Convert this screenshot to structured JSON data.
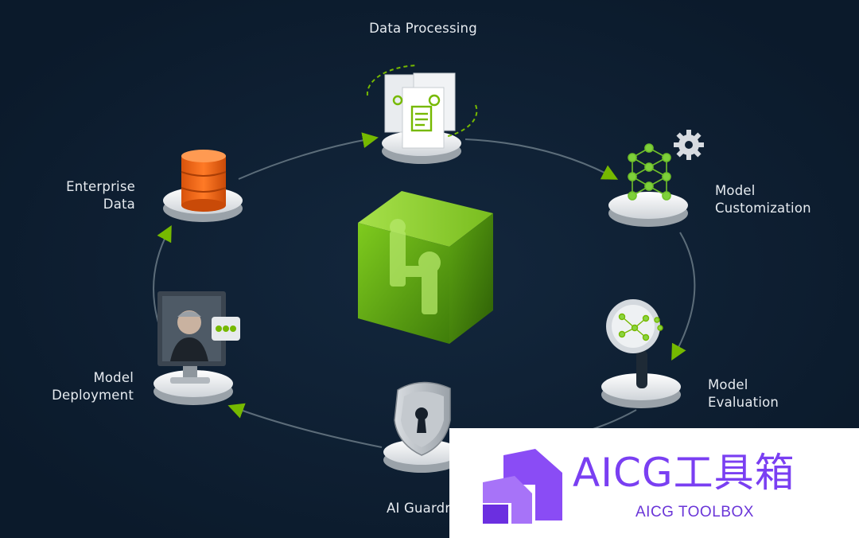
{
  "diagram": {
    "stages": {
      "data_processing": "Data Processing",
      "enterprise_data": "Enterprise\nData",
      "model_customization": "Model\nCustomization",
      "model_evaluation": "Model\nEvaluation",
      "model_deployment": "Model\nDeployment",
      "ai_guardrails": "AI Guardrails"
    }
  },
  "watermark": {
    "title": "AICG工具箱",
    "subtitle": "AICG TOOLBOX"
  },
  "colors": {
    "background": "#0e1f32",
    "accent_green": "#76b900",
    "database_orange": "#f36b1c",
    "watermark_purple": "#7a3ff2"
  },
  "icons": [
    "documents-icon",
    "database-icon",
    "neural-network-icon",
    "gear-icon",
    "magnifier-icon",
    "shield-lock-icon",
    "monitor-avatar-icon",
    "chat-dots-icon",
    "cube-icon"
  ]
}
